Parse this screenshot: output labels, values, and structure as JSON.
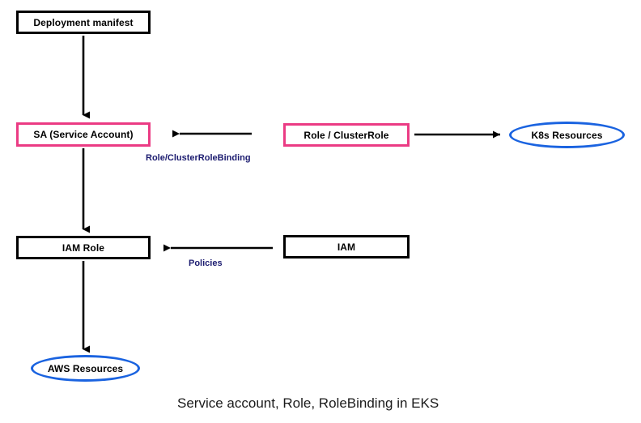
{
  "diagram": {
    "caption": "Service account, Role, RoleBinding in EKS",
    "colors": {
      "pink_border": "#EB3B84",
      "black_border": "#000000",
      "blue_ellipse": "#1A63E0",
      "label_navy": "#1C1C70",
      "arrow_black": "#000000",
      "background": "#FFFFFF"
    },
    "nodes": [
      {
        "id": "deployment-manifest",
        "label": "Deployment manifest",
        "shape": "rectangle",
        "border": "black"
      },
      {
        "id": "service-account",
        "label": "SA (Service Account)",
        "shape": "rectangle",
        "border": "pink"
      },
      {
        "id": "role-clusterrole",
        "label": "Role / ClusterRole",
        "shape": "rectangle",
        "border": "pink"
      },
      {
        "id": "k8s-resources",
        "label": "K8s Resources",
        "shape": "ellipse",
        "border": "blue"
      },
      {
        "id": "iam-role",
        "label": "IAM Role",
        "shape": "rectangle",
        "border": "black"
      },
      {
        "id": "iam",
        "label": "IAM",
        "shape": "rectangle",
        "border": "black"
      },
      {
        "id": "aws-resources",
        "label": "AWS Resources",
        "shape": "ellipse",
        "border": "blue"
      }
    ],
    "edge_labels": [
      {
        "id": "role-clusterrolebinding",
        "label": "Role/ClusterRoleBinding"
      },
      {
        "id": "policies",
        "label": "Policies"
      }
    ],
    "edges": [
      {
        "from": "deployment-manifest",
        "to": "service-account",
        "direction": "down",
        "label": ""
      },
      {
        "from": "role-clusterrole",
        "to": "service-account",
        "direction": "left",
        "label": "Role/ClusterRoleBinding"
      },
      {
        "from": "role-clusterrole",
        "to": "k8s-resources",
        "direction": "right",
        "label": ""
      },
      {
        "from": "service-account",
        "to": "iam-role",
        "direction": "down",
        "label": ""
      },
      {
        "from": "iam",
        "to": "iam-role",
        "direction": "left",
        "label": "Policies"
      },
      {
        "from": "iam-role",
        "to": "aws-resources",
        "direction": "down",
        "label": ""
      }
    ]
  }
}
